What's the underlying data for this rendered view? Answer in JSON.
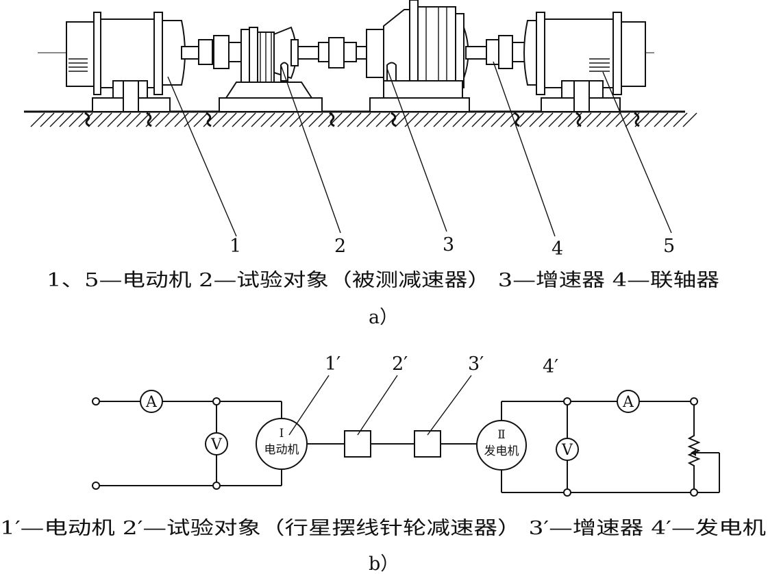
{
  "part_a": {
    "callouts": [
      "1",
      "2",
      "3",
      "4",
      "5"
    ],
    "caption": "1、5—电动机   2—试验对象（被测减速器）   3—增速器   4—联轴器",
    "sublabel": "a）"
  },
  "part_b": {
    "callouts": [
      "1′",
      "2′",
      "3′",
      "4′"
    ],
    "motor_roman": "Ⅰ",
    "motor_text": "电动机",
    "generator_roman": "Ⅱ",
    "generator_text": "发电机",
    "ammeter_symbol": "A",
    "voltmeter_symbol": "V",
    "caption": "1′—电动机   2′—试验对象（行星摆线针轮减速器）   3′—增速器   4′—发电机",
    "sublabel": "b）"
  }
}
